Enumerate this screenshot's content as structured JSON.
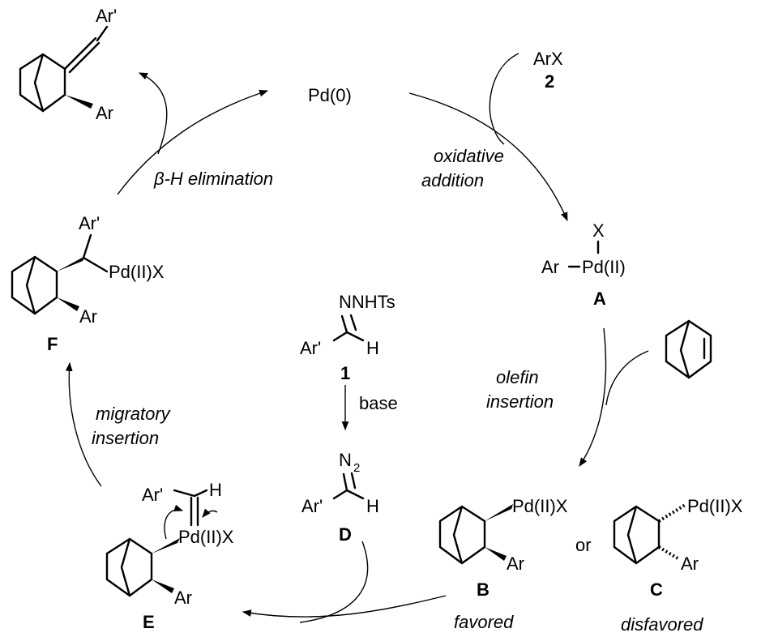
{
  "reagents": {
    "pd0": "Pd(0)",
    "arx": "ArX",
    "arx_num": "2",
    "base": "base",
    "hydrazone_n": "NNHTs",
    "hydrazone_num": "1",
    "diazo_n": "N",
    "diazo_sub": "2",
    "diazo_label": "D"
  },
  "steps": {
    "oxidative_1": "oxidative",
    "oxidative_2": "addition",
    "olefin_1": "olefin",
    "olefin_2": "insertion",
    "migratory_1": "migratory",
    "migratory_2": "insertion",
    "beta_symbol": "β",
    "beta_rest": "-H elimination"
  },
  "intermediates": {
    "A": "A",
    "B": "B",
    "C": "C",
    "E": "E",
    "F": "F",
    "or": "or",
    "favored": "favored",
    "disfavored": "disfavored"
  },
  "groups": {
    "ar": "Ar",
    "ar_prime": "Ar'",
    "h": "H",
    "x": "X",
    "pd2": "Pd(II)",
    "pd2x": "Pd(II)X",
    "ar_dash": "Ar–"
  }
}
